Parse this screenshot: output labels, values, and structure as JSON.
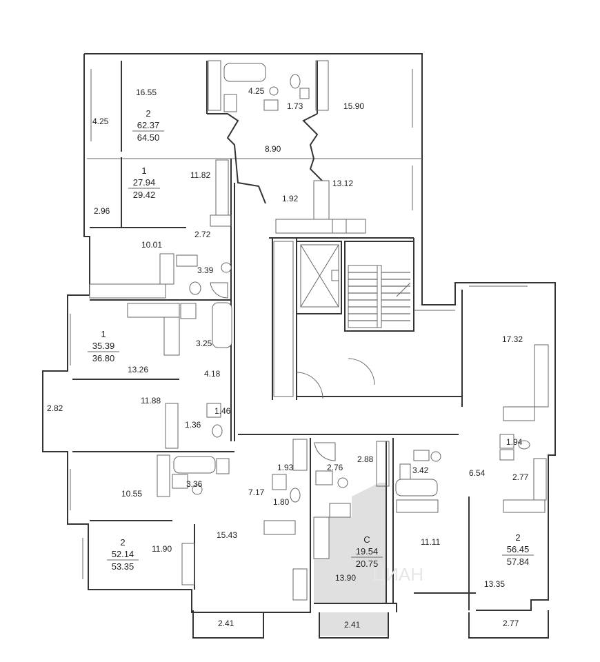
{
  "room_areas": [
    {
      "id": "r1",
      "text": "16.55"
    },
    {
      "id": "r2",
      "text": "4.25"
    },
    {
      "id": "r3",
      "text": "4.25"
    },
    {
      "id": "r4",
      "text": "1.73"
    },
    {
      "id": "r5",
      "text": "15.90"
    },
    {
      "id": "r6",
      "text": "8.90"
    },
    {
      "id": "r7",
      "text": "11.82"
    },
    {
      "id": "r8",
      "text": "13.12"
    },
    {
      "id": "r9",
      "text": "2.96"
    },
    {
      "id": "r10",
      "text": "1.92"
    },
    {
      "id": "r11",
      "text": "2.72"
    },
    {
      "id": "r12",
      "text": "10.01"
    },
    {
      "id": "r13",
      "text": "3.39"
    },
    {
      "id": "r14",
      "text": "3.25"
    },
    {
      "id": "r15",
      "text": "17.32"
    },
    {
      "id": "r16",
      "text": "13.26"
    },
    {
      "id": "r17",
      "text": "4.18"
    },
    {
      "id": "r18",
      "text": "2.82"
    },
    {
      "id": "r19",
      "text": "11.88"
    },
    {
      "id": "r20",
      "text": "1.46"
    },
    {
      "id": "r21",
      "text": "1.36"
    },
    {
      "id": "r22",
      "text": "1.94"
    },
    {
      "id": "r23",
      "text": "2.88"
    },
    {
      "id": "r24",
      "text": "1.93"
    },
    {
      "id": "r25",
      "text": "2.76"
    },
    {
      "id": "r26",
      "text": "3.42"
    },
    {
      "id": "r27",
      "text": "6.54"
    },
    {
      "id": "r28",
      "text": "3.36"
    },
    {
      "id": "r29",
      "text": "2.77"
    },
    {
      "id": "r30",
      "text": "10.55"
    },
    {
      "id": "r31",
      "text": "7.17"
    },
    {
      "id": "r32",
      "text": "1.80"
    },
    {
      "id": "r33",
      "text": "15.43"
    },
    {
      "id": "r34",
      "text": "11.90"
    },
    {
      "id": "r35",
      "text": "11.11"
    },
    {
      "id": "r36",
      "text": "13.90"
    },
    {
      "id": "r37",
      "text": "13.35"
    },
    {
      "id": "r38",
      "text": "2.41"
    },
    {
      "id": "r39",
      "text": "2.41"
    },
    {
      "id": "r40",
      "text": "2.77"
    }
  ],
  "apartments": [
    {
      "id": "a1",
      "rooms": "2",
      "living_area": "62.37",
      "total_area": "64.50",
      "highlighted": false
    },
    {
      "id": "a2",
      "rooms": "1",
      "living_area": "27.94",
      "total_area": "29.42",
      "highlighted": false
    },
    {
      "id": "a3",
      "rooms": "1",
      "living_area": "35.39",
      "total_area": "36.80",
      "highlighted": false
    },
    {
      "id": "a4",
      "rooms": "2",
      "living_area": "52.14",
      "total_area": "53.35",
      "highlighted": false
    },
    {
      "id": "a5",
      "rooms": "С",
      "living_area": "19.54",
      "total_area": "20.75",
      "highlighted": true
    },
    {
      "id": "a6",
      "rooms": "2",
      "living_area": "56.45",
      "total_area": "57.84",
      "highlighted": false
    }
  ],
  "colors": {
    "highlight": "#e0e0e0",
    "wall": "#333333",
    "fixture_line": "#666666"
  }
}
